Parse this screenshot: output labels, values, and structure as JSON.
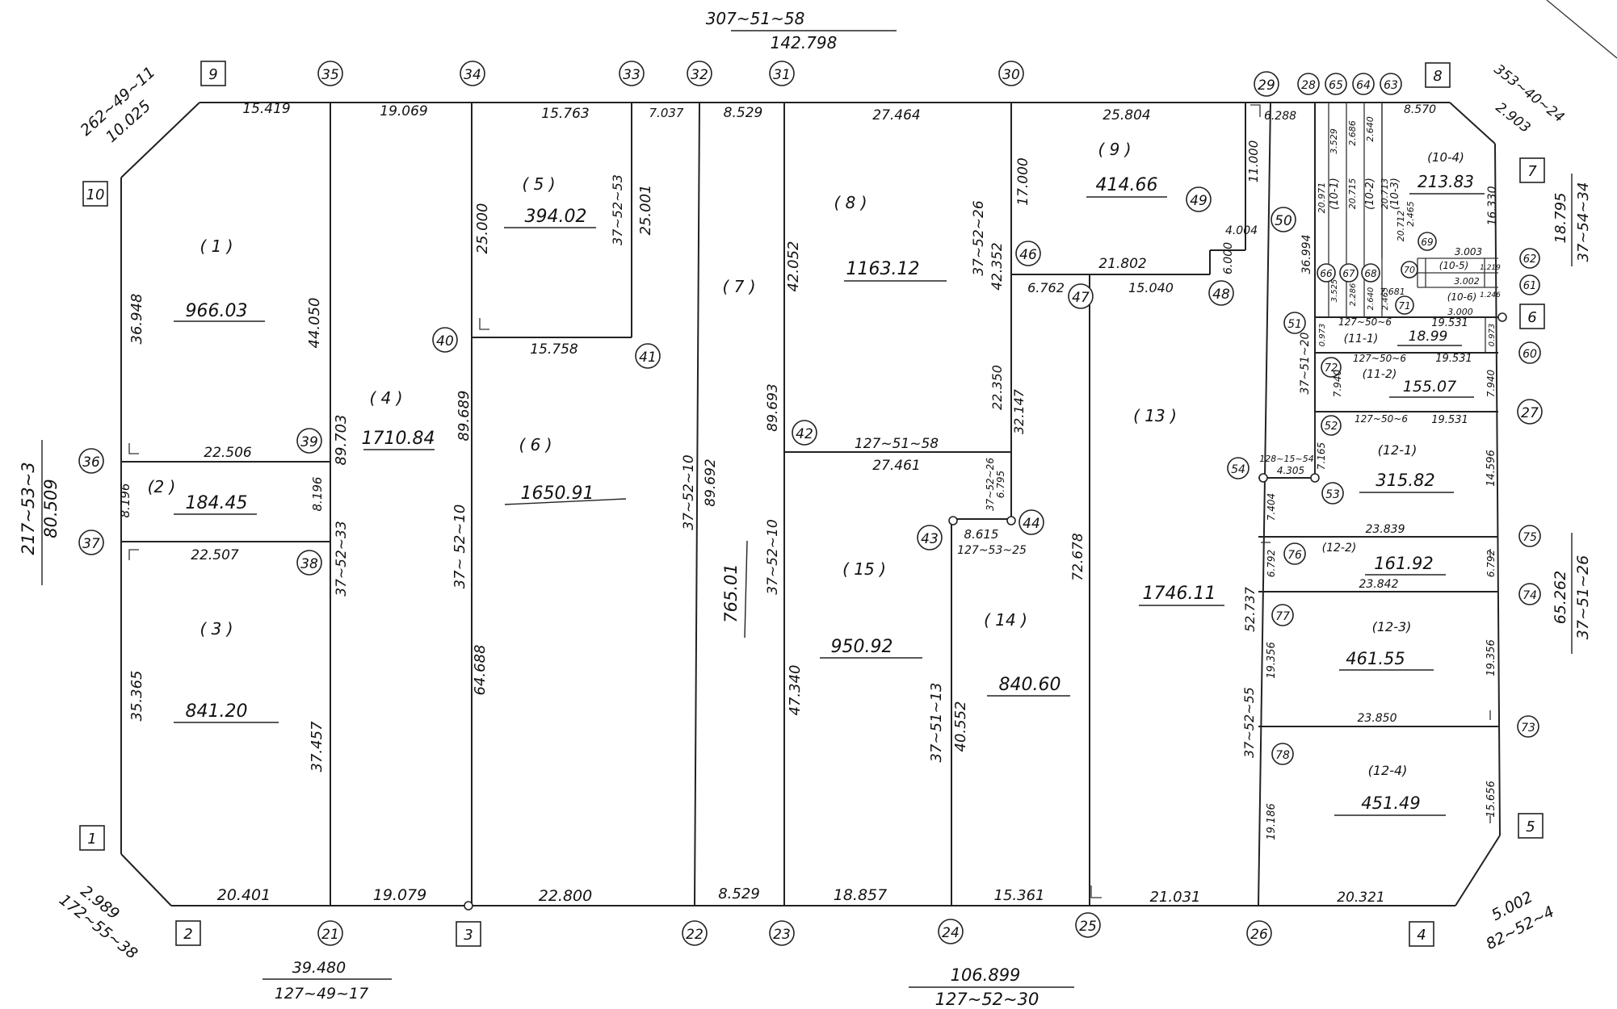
{
  "bearings": {
    "top": "307~51~58",
    "top_dist": "142.798",
    "top_left": "262~49~11",
    "top_left_dist": "10.025",
    "left": "217~53~3",
    "left_dist": "80.509",
    "bottom_left": "2.989",
    "bottom_left_b": "172~55~38",
    "bottom1": "39.480",
    "bottom1_b": "127~49~17",
    "bottom2": "106.899",
    "bottom2_b": "127~52~30",
    "bottom_right": "5.002",
    "bottom_right_b": "82~52~4",
    "right": "65.262",
    "right_b": "37~51~26",
    "right_upper": "18.795",
    "right_upper_b": "37~54~34",
    "top_right": "353~40~24",
    "top_right_dist": "2.903"
  },
  "corners": [
    "1",
    "2",
    "3",
    "4",
    "5",
    "6",
    "7",
    "8",
    "9",
    "10"
  ],
  "points": [
    "21",
    "22",
    "23",
    "24",
    "25",
    "26",
    "27",
    "29",
    "28",
    "65",
    "64",
    "63",
    "30",
    "31",
    "32",
    "33",
    "34",
    "35",
    "36",
    "37",
    "38",
    "39",
    "40",
    "41",
    "42",
    "43",
    "44",
    "46",
    "47",
    "48",
    "49",
    "50",
    "51",
    "52",
    "53",
    "54",
    "60",
    "61",
    "62",
    "66",
    "67",
    "68",
    "69",
    "70",
    "71",
    "72",
    "73",
    "74",
    "75",
    "76",
    "77",
    "78"
  ],
  "lots": {
    "l1": "( 1 )",
    "a1": "966.03",
    "l2": "(2 )",
    "a2": "184.45",
    "l3": "( 3 )",
    "a3": "841.20",
    "l4": "( 4 )",
    "a4": "1710.84",
    "l5": "( 5 )",
    "a5": "394.02",
    "l6": "( 6 )",
    "a6": "1650.91",
    "l7": "( 7 )",
    "a7": "765.01",
    "l8": "( 8 )",
    "a8": "1163.12",
    "l9": "( 9 )",
    "a9": "414.66",
    "l13": "( 13 )",
    "a13": "1746.11",
    "l14": "( 14 )",
    "a14": "840.60",
    "l15": "( 15 )",
    "a15": "950.92",
    "l10_4": "(10-4)",
    "a10_4": "213.83",
    "l10_1": "(10-1)",
    "l10_2": "(10-2)",
    "l10_3": "(10-3)",
    "l10_5": "(10-5)",
    "l10_6": "(10-6)",
    "l11_1": "(11-1)",
    "a11_1": "18.99",
    "l11_2": "(11-2)",
    "a11_2": "155.07",
    "l12_1": "(12-1)",
    "a12_1": "315.82",
    "l12_2": "(12-2)",
    "a12_2": "161.92",
    "l12_3": "(12-3)",
    "a12_3": "461.55",
    "l12_4": "(12-4)",
    "a12_4": "451.49"
  },
  "distances": {
    "d_15419": "15.419",
    "d_19069": "19.069",
    "d_15763": "15.763",
    "d_7037": "7.037",
    "d_8529t": "8.529",
    "d_27464": "27.464",
    "d_25804": "25.804",
    "d_6288": "6.288",
    "d_8570": "8.570",
    "d_36948": "36.948",
    "d_44050": "44.050",
    "d_22506": "22.506",
    "d_8196a": "8.196",
    "d_8196b": "8.196",
    "d_22507": "22.507",
    "d_35365": "35.365",
    "d_37457": "37.457",
    "d_89703": "89.703",
    "d_37_52_33": "37~52~33",
    "d_89689": "89.689",
    "d_37_52_10": "37~ 52~10",
    "d_64688": "64.688",
    "d_25000": "25.000",
    "d_25001": "25.001",
    "d_37_52_53": "37~52~53",
    "d_15758": "15.758",
    "d_37_52_10b": "37~52~10",
    "d_89692": "89.692",
    "d_42052": "42.052",
    "d_89693": "89.693",
    "d_37_52_10c": "37~52~10",
    "d_47340": "47.340",
    "d_17000": "17.000",
    "d_37_52_26": "37~52~26",
    "d_42352": "42.352",
    "d_11000": "11.000",
    "d_4004": "4.004",
    "d_6000": "6.000",
    "d_21802": "21.802",
    "d_6762": "6.762",
    "d_15040": "15.040",
    "d_22350": "22.350",
    "d_32147": "32.147",
    "d_127_51_58": "127~51~58",
    "d_27461": "27.461",
    "d_37_52_26b": "37~52~26",
    "d_6795": "6.795",
    "d_8615": "8.615",
    "d_127_53_25": "127~53~25",
    "d_37_51_13": "37~51~13",
    "d_40552": "40.552",
    "d_72678": "72.678",
    "d_37_52_55": "37~52~55",
    "d_52737": "52.737",
    "d_36994": "36.994",
    "d_37_51_20": "37~51~20",
    "d_3529": "3.529",
    "d_2686": "2.686",
    "d_2640": "2.640",
    "d_20971": "20.971",
    "d_20715": "20.715",
    "d_20713": "20.713",
    "d_20712": "20.712",
    "d_2465": "2.465",
    "d_16330": "16.330",
    "d_3003": "3.003",
    "d_3002": "3.002",
    "d_3000": "3.000",
    "d_1219": "1.219",
    "d_1246": "1.246",
    "d_7681": "7.681",
    "d_3525": "3.525",
    "d_2286": "2.286",
    "d_2640b": "2.640",
    "d_2465b": "2.465",
    "d_127_50_6a": "127~50~6",
    "d_19531a": "19.531",
    "d_0973a": "0.973",
    "d_0973b": "0.973",
    "d_127_50_6b": "127~50~6",
    "d_19531b": "19.531",
    "d_7940a": "7.940",
    "d_7940b": "7.940",
    "d_127_50_6c": "127~50~6",
    "d_19531c": "19.531",
    "d_14596": "14.596",
    "d_7165": "7.165",
    "d_128_15_54": "128~15~54",
    "d_4305": "4.305",
    "d_7404": "7.404",
    "d_23839": "23.839",
    "d_6792a": "6.792",
    "d_6792b": "6.792",
    "d_23842": "23.842",
    "d_19356a": "19.356",
    "d_19356b": "19.356",
    "d_23850": "23.850",
    "d_19186": "19.186",
    "d_15656": "15.656",
    "d_20401": "20.401",
    "d_19079": "19.079",
    "d_22800": "22.800",
    "d_8529b": "8.529",
    "d_18857": "18.857",
    "d_15361": "15.361",
    "d_21031": "21.031",
    "d_20321": "20.321"
  }
}
